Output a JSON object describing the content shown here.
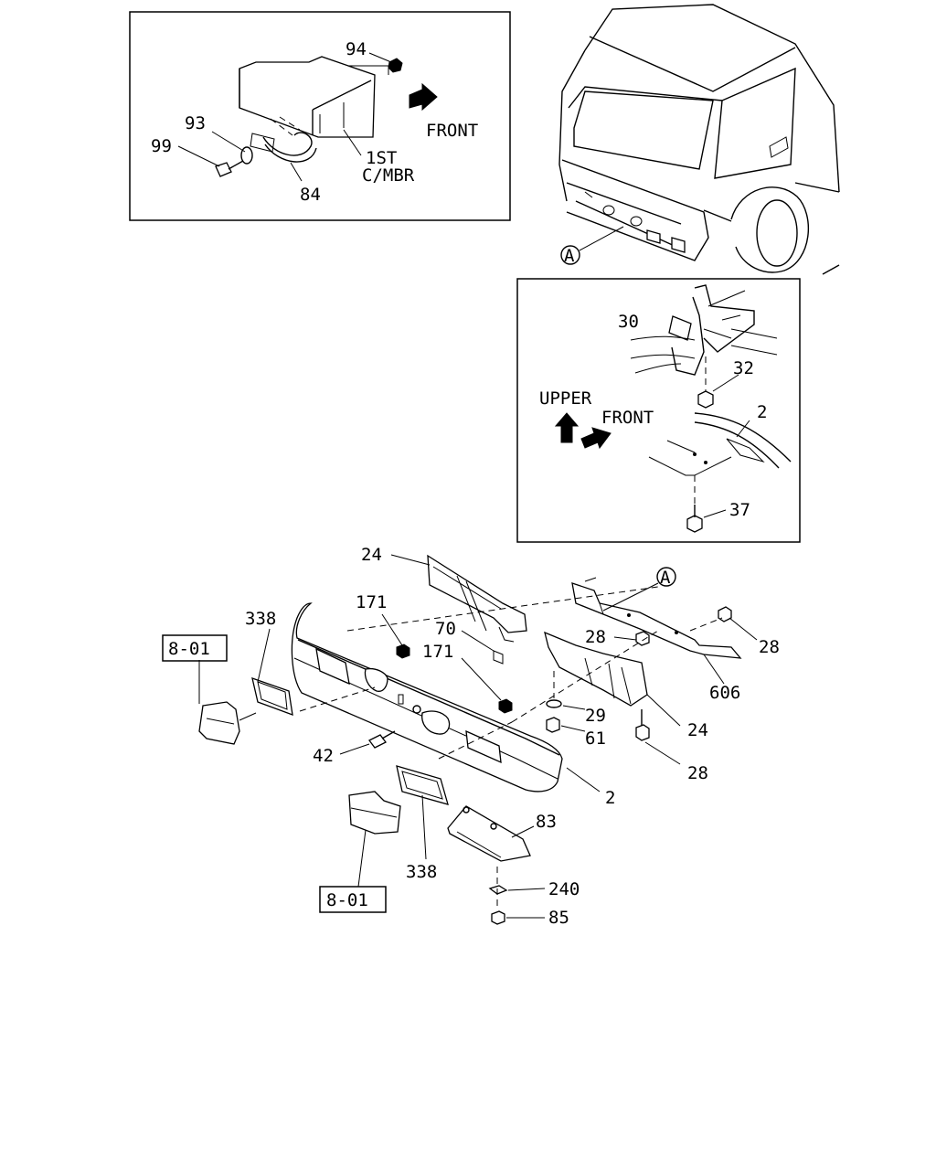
{
  "callouts": {
    "c94": "94",
    "c93": "93",
    "c99": "99",
    "c84": "84",
    "front1": "FRONT",
    "first_cmbr_1": "1ST",
    "first_cmbr_2": "C/MBR",
    "c30": "30",
    "c32": "32",
    "c2a": "2",
    "c37": "37",
    "upper": "UPPER",
    "front2": "FRONT",
    "markerA1": "A",
    "markerA2": "A",
    "c24a": "24",
    "c338a": "338",
    "c171a": "171",
    "c70": "70",
    "c171b": "171",
    "c28a": "28",
    "c28b": "28",
    "c606": "606",
    "c29": "29",
    "c61": "61",
    "c24b": "24",
    "c42": "42",
    "c28c": "28",
    "c2b": "2",
    "c83": "83",
    "c338b": "338",
    "c240": "240",
    "c85": "85"
  },
  "references": {
    "ref1": "8-01",
    "ref2": "8-01"
  }
}
